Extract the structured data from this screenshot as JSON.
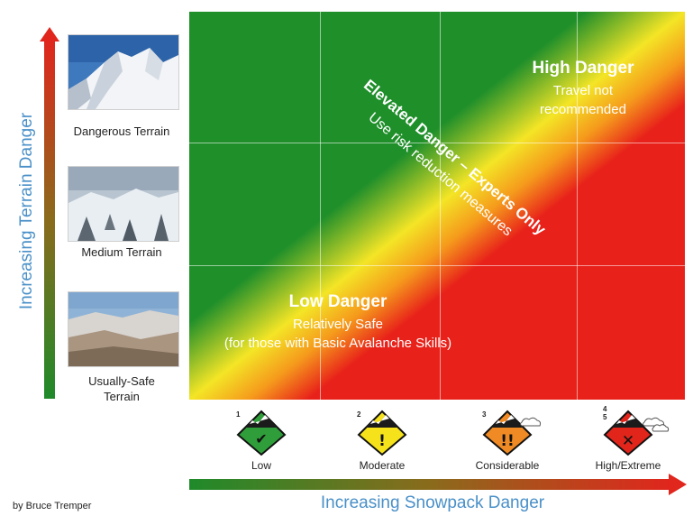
{
  "axes": {
    "y_title": "Increasing Terrain Danger",
    "x_title": "Increasing Snowpack Danger"
  },
  "terrain": [
    {
      "label": "Dangerous Terrain"
    },
    {
      "label": "Medium Terrain"
    },
    {
      "label": "Usually-Safe Terrain"
    }
  ],
  "zones": {
    "high": {
      "title": "High Danger",
      "subtitle": "Travel not recommended"
    },
    "elevated": {
      "title": "Elevated Danger – Experts Only",
      "subtitle": "Use risk reduction measures"
    },
    "low": {
      "title": "Low Danger",
      "line1": "Relatively Safe",
      "line2": "(for those with Basic Avalanche Skills)"
    }
  },
  "danger_levels": [
    {
      "number": "1",
      "label": "Low",
      "color": "#2f9e3a",
      "symbol": "✔"
    },
    {
      "number": "2",
      "label": "Moderate",
      "color": "#f5e21b",
      "symbol": "!"
    },
    {
      "number": "3",
      "label": "Considerable",
      "color": "#f08a24",
      "symbol": "!!"
    },
    {
      "number": "4\n5",
      "label": "High/Extreme",
      "color": "#e1251b",
      "symbol": "✕"
    }
  ],
  "credit": "by Bruce Tremper",
  "colors": {
    "green": "#1f8f2a",
    "yellow": "#f4e526",
    "orange": "#f59a1c",
    "red": "#e8211a",
    "axis_text": "#4a90c8"
  }
}
